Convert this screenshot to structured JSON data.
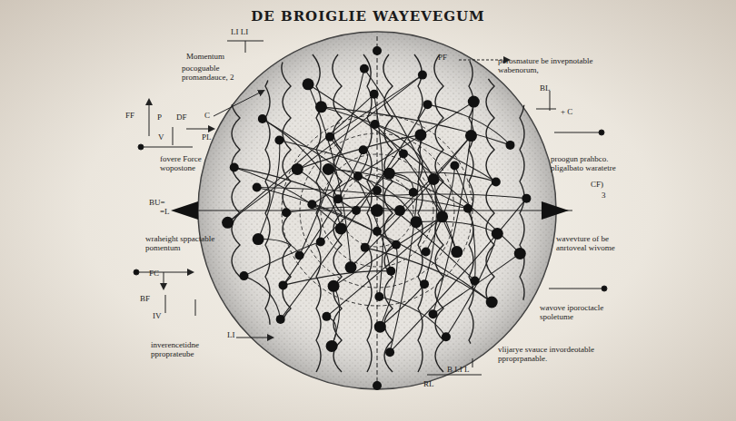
{
  "diagram": {
    "title": "DE BROIGLIE WAYEVEGUM",
    "labels": [
      "Momentum",
      "pocoguable promandauce, 2",
      "LI LI",
      "PF",
      "porosmature be invepnotable wabenorum,",
      "BL",
      "+ C",
      "FF",
      "P",
      "DF",
      "C",
      "V",
      "PL",
      "fovere Force wopostone",
      "proogun prahbco. pligalbato waratetre",
      "CF)",
      "3",
      "BU=",
      "=L",
      "wraheight sppactable pomentum",
      "wavevture of be anrtoveal wivome",
      "FC",
      "BF",
      "IV",
      "wavove iporoctacle spoletume",
      "LI",
      "inverencetidne pproprateube",
      "vlijarye svauce invordeotable pproprpanable.",
      "B LI L",
      "RL"
    ]
  }
}
